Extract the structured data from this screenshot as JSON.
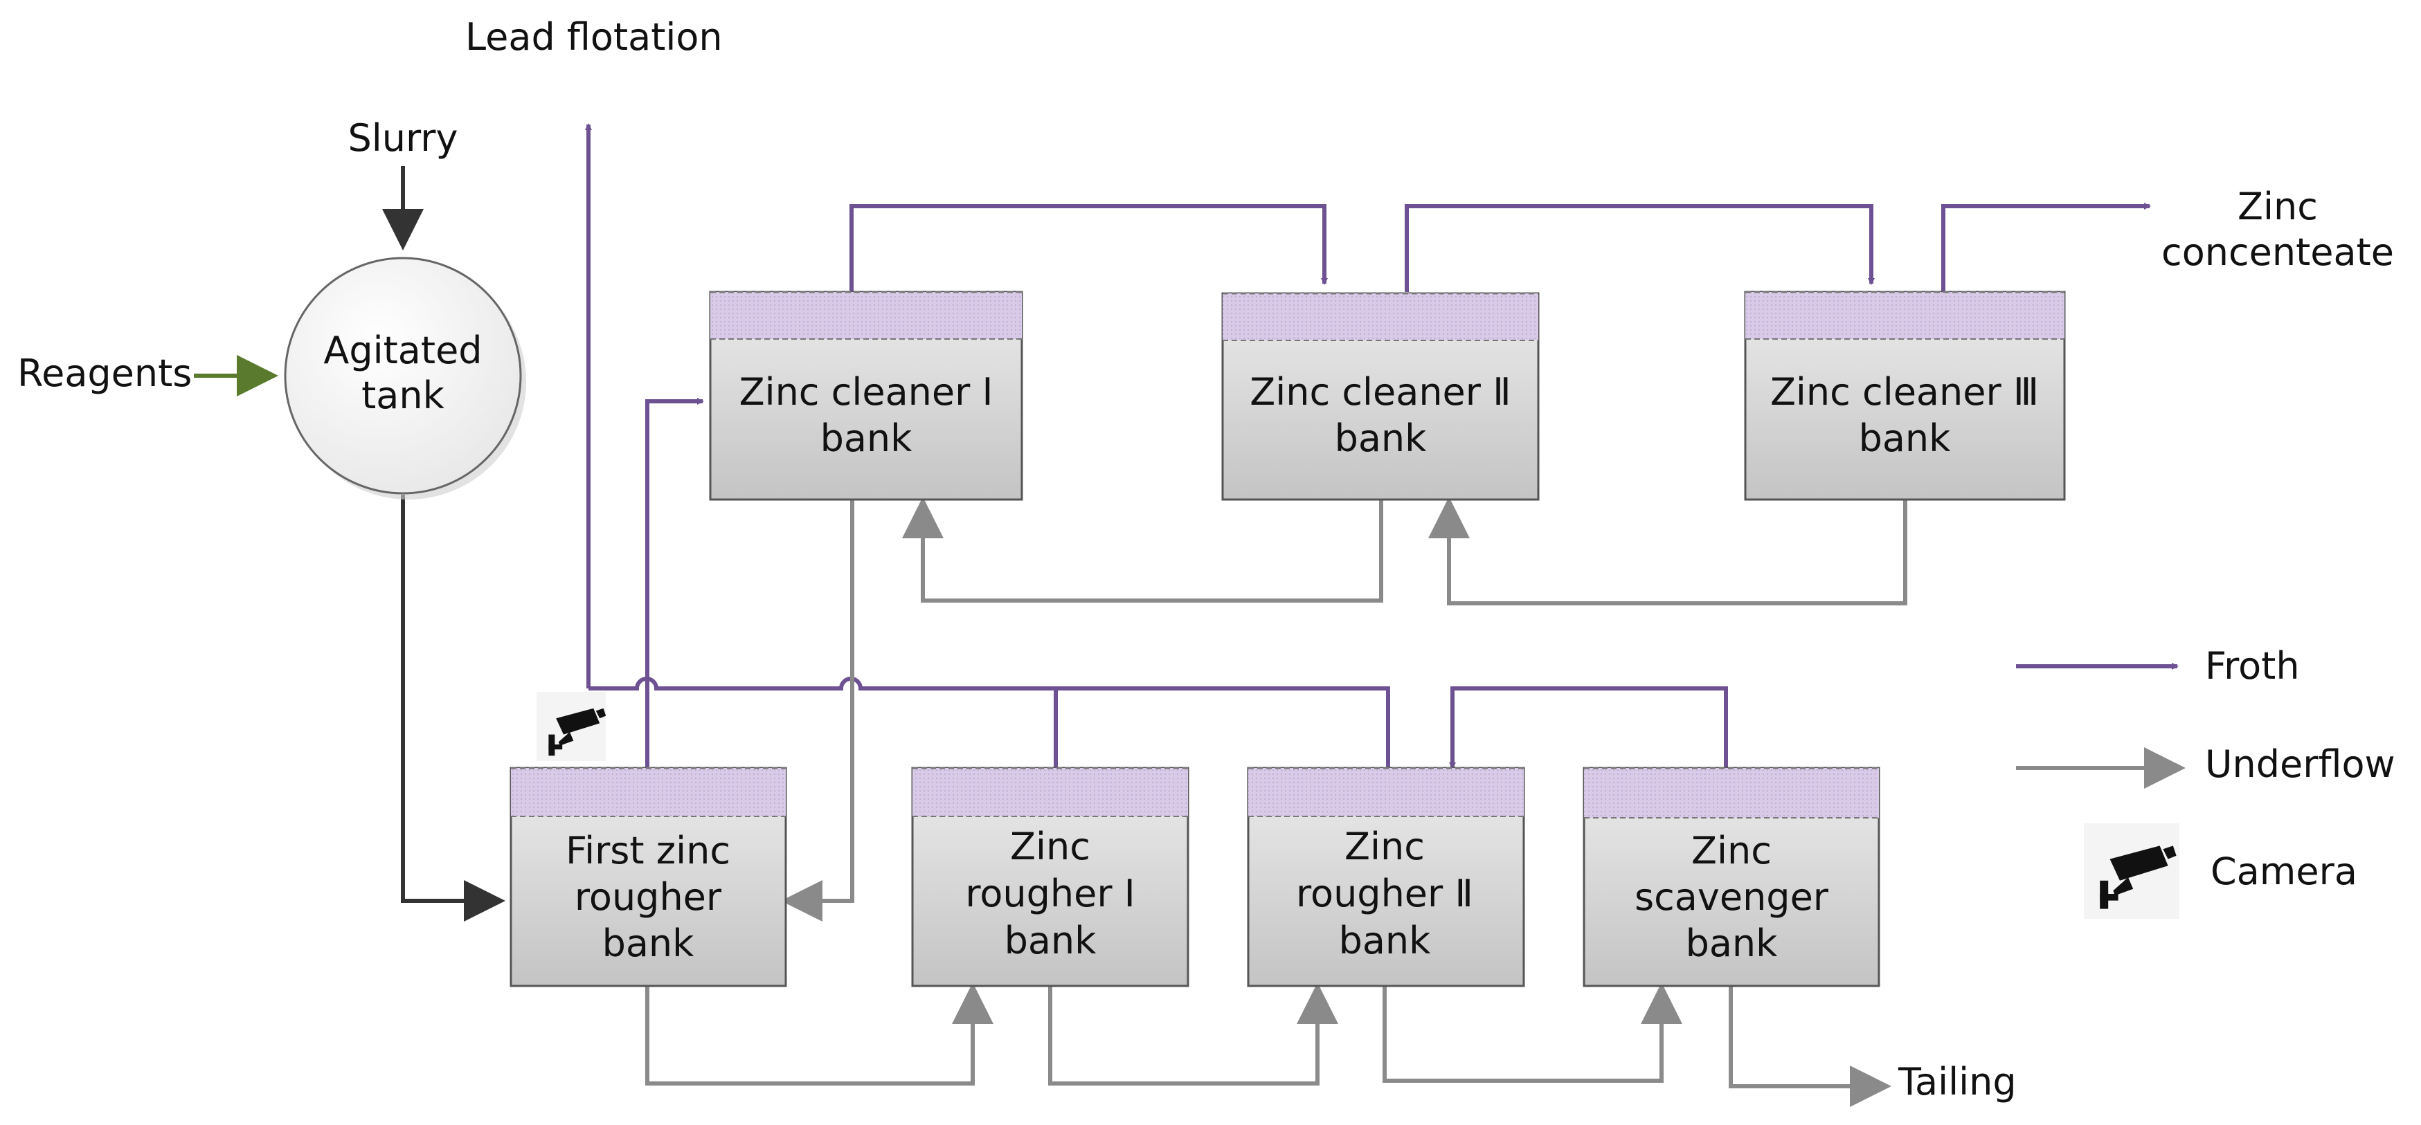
{
  "labels": {
    "lead_flotation": "Lead flotation",
    "slurry": "Slurry",
    "reagents": "Reagents",
    "tank_line1": "Agitated",
    "tank_line2": "tank",
    "zinc_conc_line1": "Zinc",
    "zinc_conc_line2": "concenteate",
    "tailing": "Tailing"
  },
  "banks": {
    "cleaner1": [
      "Zinc cleaner Ⅰ",
      "bank"
    ],
    "cleaner2": [
      "Zinc cleaner Ⅱ",
      "bank"
    ],
    "cleaner3": [
      "Zinc cleaner Ⅲ",
      "bank"
    ],
    "first_rougher": [
      "First zinc",
      "rougher",
      "bank"
    ],
    "rougher1": [
      "Zinc",
      "rougher Ⅰ",
      "bank"
    ],
    "rougher2": [
      "Zinc",
      "rougher Ⅱ",
      "bank"
    ],
    "scavenger": [
      "Zinc",
      "scavenger",
      "bank"
    ]
  },
  "legend": {
    "froth": "Froth",
    "underflow": "Underflow",
    "camera": "Camera"
  },
  "colors": {
    "froth": "#6d5192",
    "underflow": "#8a8a8a",
    "feed": "#333333",
    "reagents": "#5a7a2e",
    "froth_layer": "#d7c9e6",
    "bank_fill": "#d2d2d2"
  }
}
